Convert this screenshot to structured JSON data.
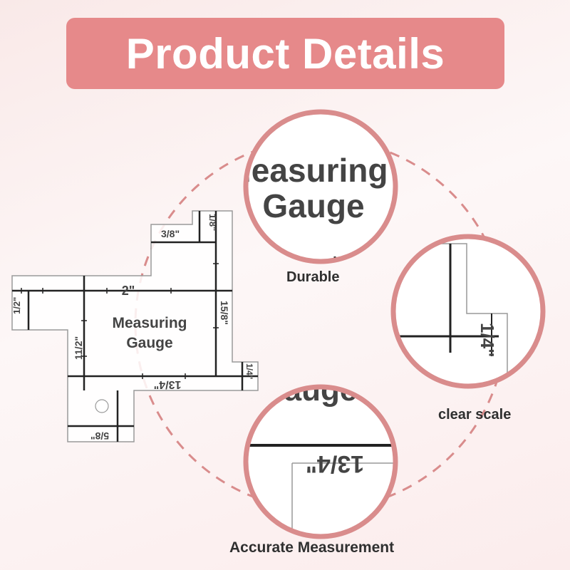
{
  "banner": {
    "title": "Product Details"
  },
  "gauge": {
    "title_line1": "Measuring",
    "title_line2": "Gauge",
    "labels": {
      "two": "2\"",
      "half": "1/2\"",
      "one_half": "11/2\"",
      "five_eighths_v": "15/8\"",
      "three_quarters_h": "13/4\"",
      "quarter": "1/4\"",
      "three_eighths": "3/8\"",
      "eighth": "1/8\"",
      "five_eighths_bottom": "5/8\""
    }
  },
  "zoom_top": {
    "line1": "leasuring",
    "line2": "Gauge",
    "caption": "Durable"
  },
  "zoom_right": {
    "label": "1/4\"",
    "caption": "clear scale"
  },
  "zoom_bottom": {
    "top_text": "auge",
    "label": "13/4\"",
    "caption": "Accurate Measurement"
  },
  "colors": {
    "accent": "#e6898a",
    "ring": "#d98c8c",
    "ink": "#333333"
  }
}
